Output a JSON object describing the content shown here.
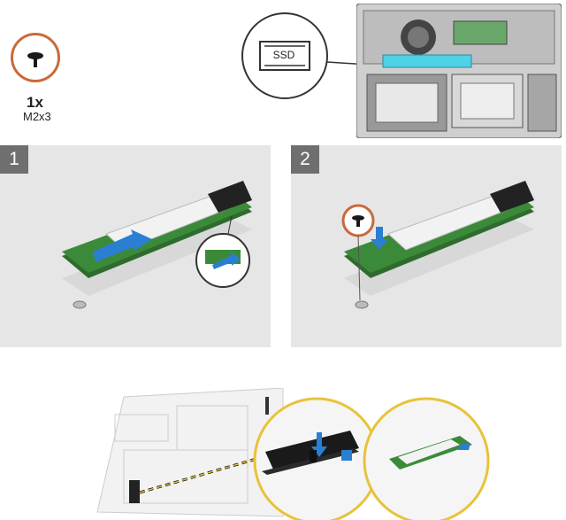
{
  "screw": {
    "quantity": "1x",
    "size": "M2x3"
  },
  "callout": {
    "label": "SSD"
  },
  "steps": [
    {
      "number": "1"
    },
    {
      "number": "2"
    }
  ],
  "colors": {
    "screw_ring": "#c96a3a",
    "panel_bg": "#e6e6e6",
    "step_badge": "#6f6f6f",
    "arrow": "#2a7fd3",
    "pcb_green": "#3b8a3a",
    "ssd_heat_spreader": "#4fd1e6"
  }
}
